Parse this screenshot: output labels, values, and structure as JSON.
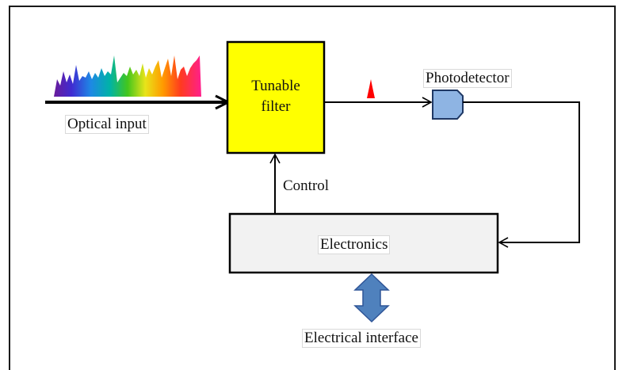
{
  "labels": {
    "optical_input": "Optical input",
    "tunable_filter_line1": "Tunable",
    "tunable_filter_line2": "filter",
    "photodetector": "Photodetector",
    "control": "Control",
    "electronics": "Electronics",
    "electrical_interface": "Electrical interface"
  },
  "colors": {
    "filter_fill": "#ffff00",
    "electronics_fill": "#f2f2f2",
    "photodetector_fill": "#8eb4e3",
    "peak_fill": "#ff0000",
    "interface_arrow_fill": "#4f81bd",
    "line": "#000000"
  },
  "icons": {
    "spectrum": "rainbow-spectrum-icon",
    "peak": "filtered-peak-icon",
    "photodetector": "photodetector-icon",
    "interface": "double-arrow-icon"
  }
}
